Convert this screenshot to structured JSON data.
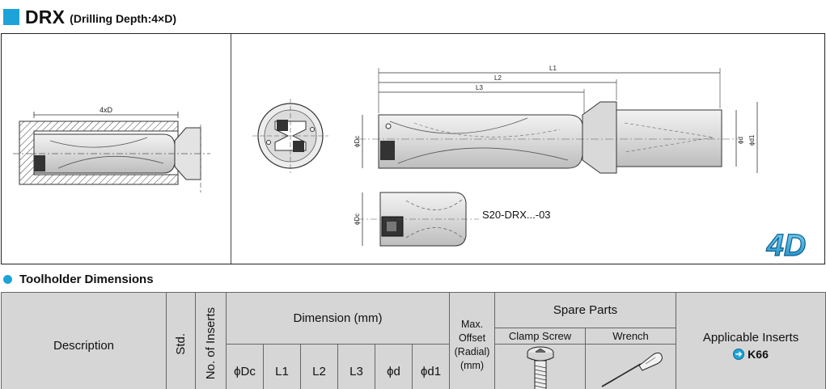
{
  "header": {
    "title": "DRX",
    "subtitle": "(Drilling Depth:4×D)",
    "accent_color": "#1ea3d9"
  },
  "drawing": {
    "depth_label": "4xD",
    "dim_labels": {
      "l1": "L1",
      "l2": "L2",
      "l3": "L3",
      "dc": "ϕDc",
      "d": "ϕd",
      "d1": "ϕd1",
      "dc2": "ϕDc"
    },
    "variant_label": "S20-DRX...-03",
    "badge": "4D"
  },
  "section": {
    "title": "Toolholder Dimensions"
  },
  "table": {
    "description": "Description",
    "std": "Std.",
    "num_inserts": "No. of Inserts",
    "dimension_group": "Dimension (mm)",
    "columns": [
      "ϕDc",
      "L1",
      "L2",
      "L3",
      "ϕd",
      "ϕd1"
    ],
    "max_offset": "Max. Offset (Radial) (mm)",
    "spare_parts": "Spare Parts",
    "clamp_screw": "Clamp Screw",
    "wrench": "Wrench",
    "applicable_inserts": "Applicable Inserts",
    "insert_link": "K66"
  }
}
